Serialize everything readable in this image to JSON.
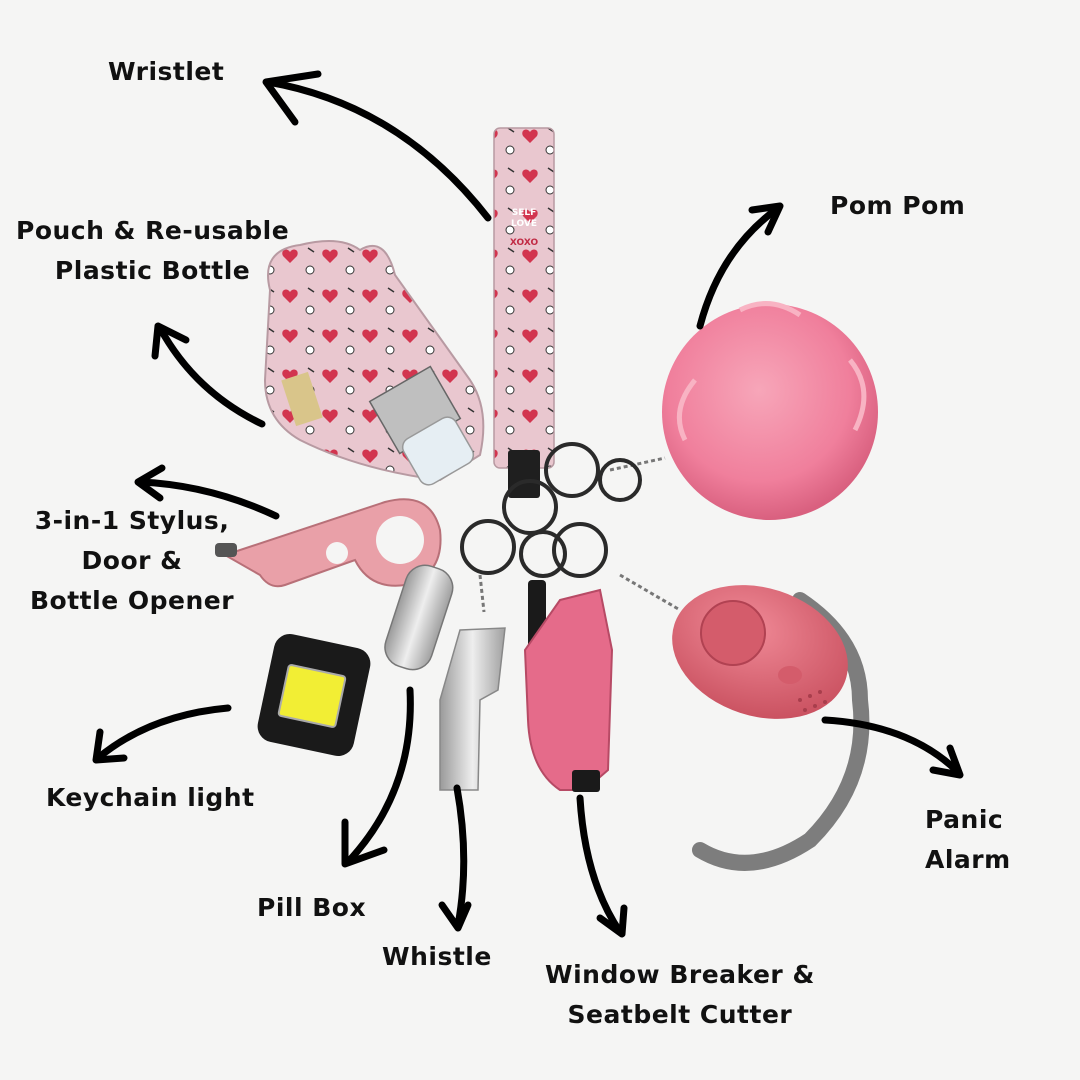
{
  "labels": {
    "wristlet": "Wristlet",
    "pouch": [
      "Pouch & Re-usable",
      "Plastic Bottle"
    ],
    "pompom": "Pom Pom",
    "stylus": [
      "3-in-1 Stylus,",
      "Door &",
      "Bottle Opener"
    ],
    "keychain_light": "Keychain light",
    "pill_box": "Pill Box",
    "whistle": "Whistle",
    "window_breaker": [
      "Window Breaker &",
      "Seatbelt Cutter"
    ],
    "panic_alarm": [
      "Panic",
      "Alarm"
    ]
  },
  "wristlet_prints": [
    "SELF",
    "LOVE",
    "XOXO"
  ],
  "colors": {
    "background": "#f5f5f4",
    "label_text": "#111111",
    "arrow": "#000000",
    "pink_pattern": "#e9c7cf",
    "heart_red": "#d2354f",
    "pompom": "#f07f9c",
    "alarm": "#e06a78",
    "breaker": "#e56b8a",
    "opener": "#e9a0a8",
    "silver": "#c8c8c8",
    "strap_gray": "#7d7d7d"
  }
}
